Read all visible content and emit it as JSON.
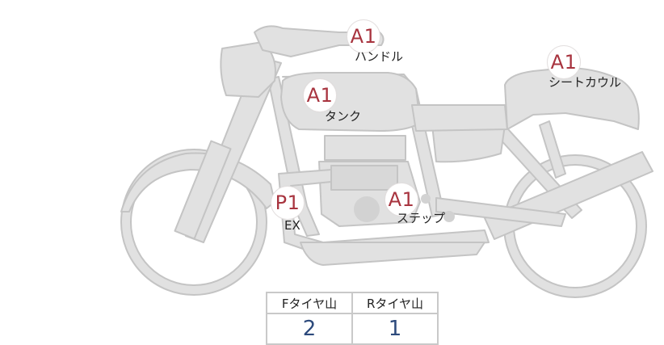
{
  "parts": [
    {
      "id": "handle",
      "grade": "A1",
      "label": "ハンドル",
      "grade_color": "#a8343f"
    },
    {
      "id": "seat-cowl",
      "grade": "A1",
      "label": "シートカウル",
      "grade_color": "#a8343f"
    },
    {
      "id": "tank",
      "grade": "A1",
      "label": "タンク",
      "grade_color": "#a8343f"
    },
    {
      "id": "exhaust",
      "grade": "P1",
      "label": "EX",
      "grade_color": "#a8343f"
    },
    {
      "id": "step",
      "grade": "A1",
      "label": "ステップ",
      "grade_color": "#a8343f"
    }
  ],
  "tires": {
    "front_header": "Fタイヤ山",
    "rear_header": "Rタイヤ山",
    "front_value": "2",
    "rear_value": "1"
  },
  "colors": {
    "body_fill": "#e1e1e1",
    "body_stroke": "#c4c4c4",
    "grade_text": "#a8343f",
    "value_text": "#2d4a7c"
  }
}
